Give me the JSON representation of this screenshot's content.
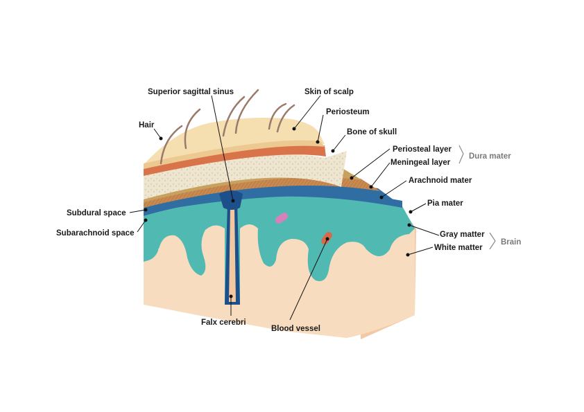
{
  "labels": {
    "superior_sagittal_sinus": "Superior sagittal sinus",
    "skin_of_scalp": "Skin of scalp",
    "hair": "Hair",
    "periosteum": "Periosteum",
    "bone_of_skull": "Bone of skull",
    "periosteal_layer": "Periosteal layer",
    "meningeal_layer": "Meningeal layer",
    "arachnoid_mater": "Arachnoid mater",
    "pia_mater": "Pia mater",
    "subdural_space": "Subdural space",
    "subarachnoid_space": "Subarachnoid space",
    "gray_matter": "Gray matter",
    "white_matter": "White matter",
    "falx_cerebri": "Falx cerebri",
    "blood_vessel": "Blood vessel"
  },
  "groups": {
    "dura_mater": "Dura mater",
    "brain": "Brain"
  },
  "colors": {
    "scalp": "#f5deb0",
    "periosteum": "#d9744a",
    "bone": "#eee4cf",
    "dura": "#c9a15e",
    "arachnoid": "#2f6da3",
    "sinus": "#1d4f8a",
    "gray_matter": "#4fb9b2",
    "white_matter": "#f8dcc0",
    "hair": "#9a7a6a"
  }
}
